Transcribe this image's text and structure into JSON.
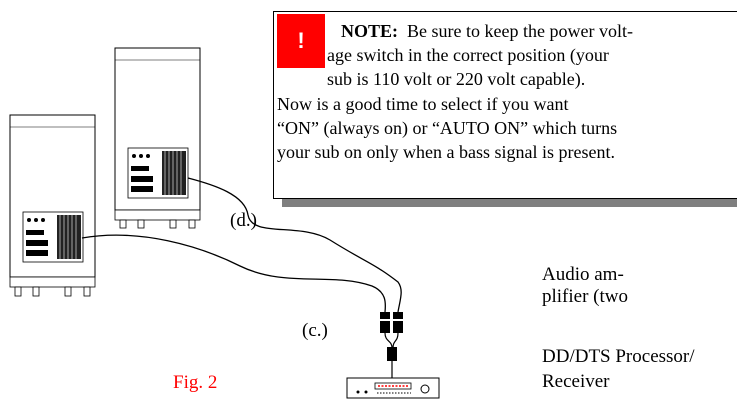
{
  "note": {
    "icon": "exclamation-icon",
    "title": "NOTE:",
    "lines": [
      "Be sure to keep the power volt-",
      "age switch in the correct position (your",
      "sub is 110 volt or 220 volt capable).",
      "Now is a good time to select if you want",
      "“ON” (always on) or “AUTO ON” which turns",
      "your sub on only when a bass signal is present."
    ],
    "alert_color": "#ff0000"
  },
  "labels": {
    "cable_d": "(d.)",
    "cable_c": "(c.)",
    "amp_line1": "Audio am-",
    "amp_line2": "plifier (two",
    "proc_line1": "DD/DTS Processor/",
    "proc_line2": "Receiver",
    "figure": "Fig. 2"
  },
  "colors": {
    "figure_label": "#ff0000",
    "shadow": "#7f7f7f"
  }
}
